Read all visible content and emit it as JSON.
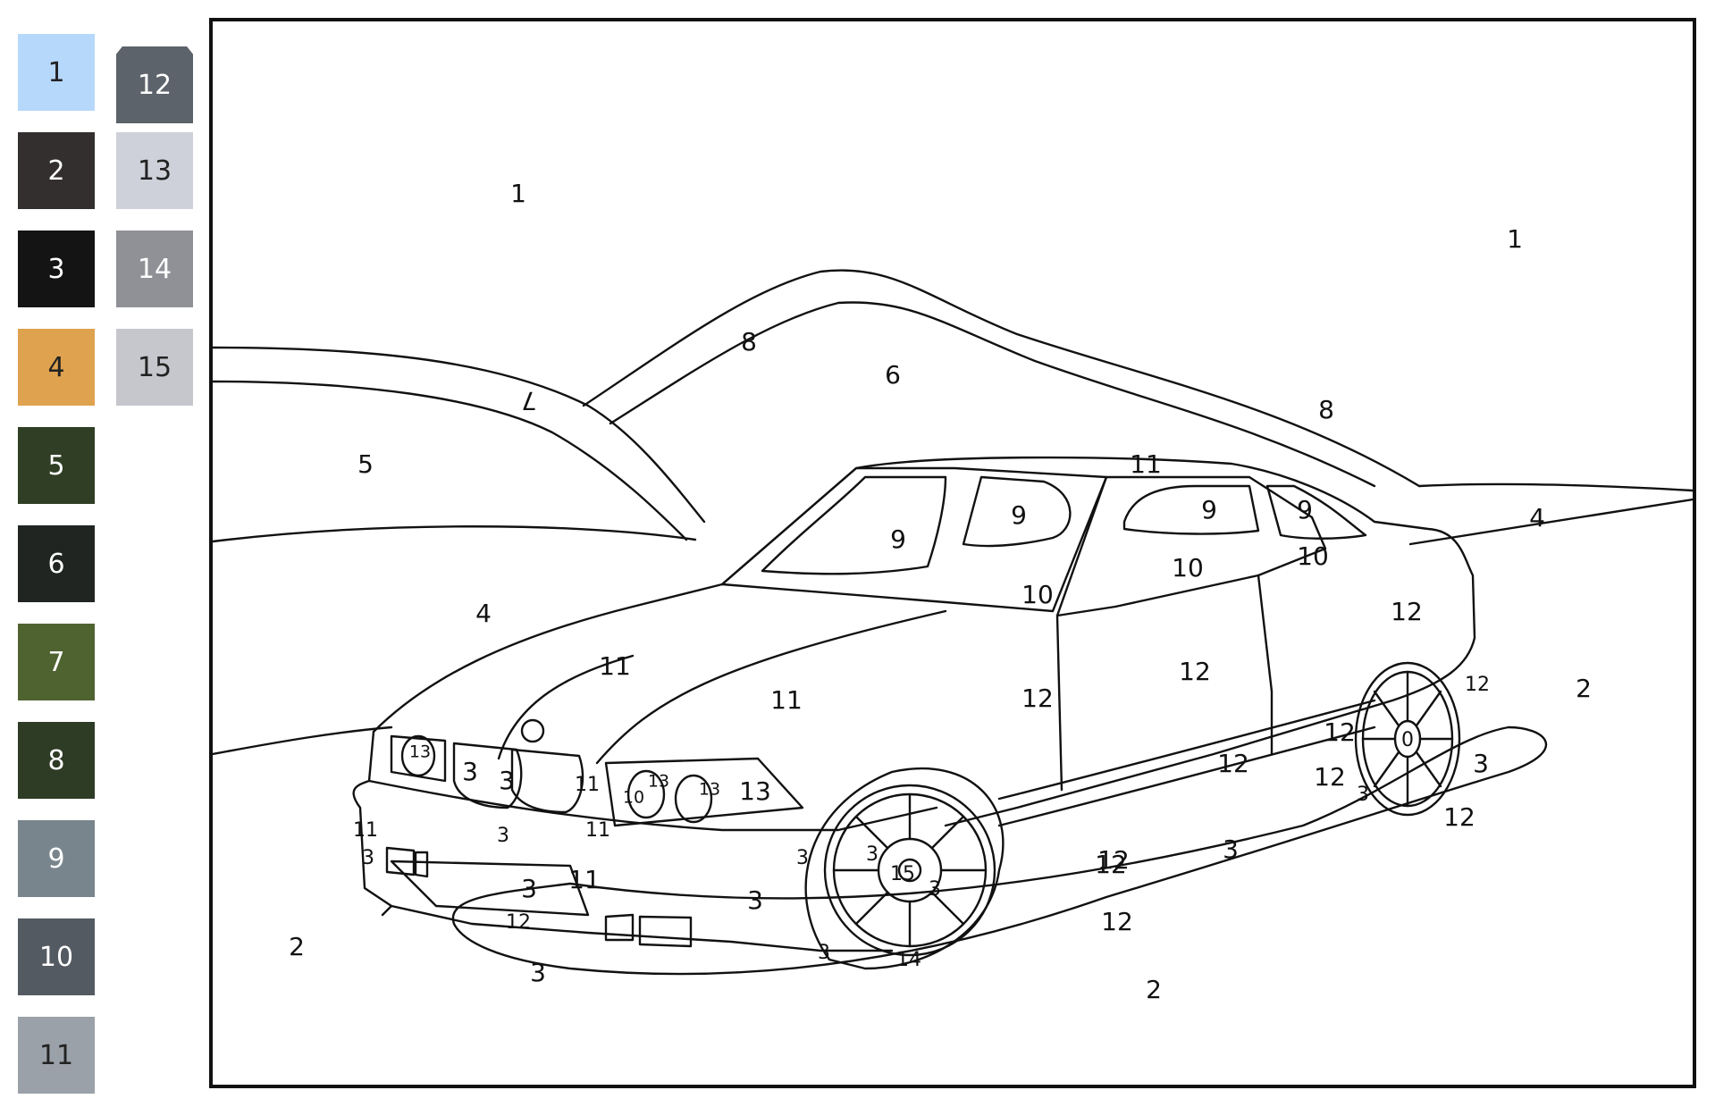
{
  "palette": [
    {
      "number": "1",
      "color": "#b6d8fb",
      "text": "#222222"
    },
    {
      "number": "2",
      "color": "#332f2f",
      "text": "#ffffff"
    },
    {
      "number": "3",
      "color": "#141414",
      "text": "#ffffff"
    },
    {
      "number": "4",
      "color": "#dfa24f",
      "text": "#222222"
    },
    {
      "number": "5",
      "color": "#2f3e24",
      "text": "#ffffff"
    },
    {
      "number": "6",
      "color": "#212521",
      "text": "#ffffff"
    },
    {
      "number": "7",
      "color": "#4f6330",
      "text": "#ffffff"
    },
    {
      "number": "8",
      "color": "#2e3b25",
      "text": "#ffffff"
    },
    {
      "number": "9",
      "color": "#79858c",
      "text": "#ffffff"
    },
    {
      "number": "10",
      "color": "#545a61",
      "text": "#ffffff"
    },
    {
      "number": "11",
      "color": "#9ba1a8",
      "text": "#222222"
    },
    {
      "number": "12",
      "color": "#5d636b",
      "text": "#ffffff"
    },
    {
      "number": "13",
      "color": "#cfd1da",
      "text": "#222222"
    },
    {
      "number": "14",
      "color": "#8f9196",
      "text": "#ffffff"
    },
    {
      "number": "15",
      "color": "#c6c7cd",
      "text": "#222222"
    }
  ],
  "selected_color": "12",
  "labels": [
    {
      "num": "1"
    },
    {
      "num": "1"
    },
    {
      "num": "8"
    },
    {
      "num": "6"
    },
    {
      "num": "8"
    },
    {
      "num": "7"
    },
    {
      "num": "5"
    },
    {
      "num": "4"
    },
    {
      "num": "4"
    },
    {
      "num": "11"
    },
    {
      "num": "9"
    },
    {
      "num": "9"
    },
    {
      "num": "9"
    },
    {
      "num": "9"
    },
    {
      "num": "10"
    },
    {
      "num": "10"
    },
    {
      "num": "10"
    },
    {
      "num": "12"
    },
    {
      "num": "11"
    },
    {
      "num": "11"
    },
    {
      "num": "12"
    },
    {
      "num": "12"
    },
    {
      "num": "12"
    },
    {
      "num": "12"
    },
    {
      "num": "12"
    },
    {
      "num": "12"
    },
    {
      "num": "12"
    },
    {
      "num": "2"
    },
    {
      "num": "2"
    },
    {
      "num": "2"
    },
    {
      "num": "3"
    },
    {
      "num": "3"
    },
    {
      "num": "3"
    },
    {
      "num": "3"
    },
    {
      "num": "13"
    },
    {
      "num": "13"
    },
    {
      "num": "13"
    },
    {
      "num": "13"
    },
    {
      "num": "10"
    },
    {
      "num": "11"
    },
    {
      "num": "11"
    },
    {
      "num": "11"
    },
    {
      "num": "3"
    },
    {
      "num": "11"
    },
    {
      "num": "3"
    },
    {
      "num": "3"
    },
    {
      "num": "12"
    },
    {
      "num": "12"
    },
    {
      "num": "3"
    },
    {
      "num": "3"
    },
    {
      "num": "3"
    },
    {
      "num": "3"
    },
    {
      "num": "15"
    },
    {
      "num": "3"
    },
    {
      "num": "14"
    },
    {
      "num": "3"
    },
    {
      "num": "0"
    },
    {
      "num": "3"
    },
    {
      "num": "12"
    },
    {
      "num": "12"
    }
  ]
}
